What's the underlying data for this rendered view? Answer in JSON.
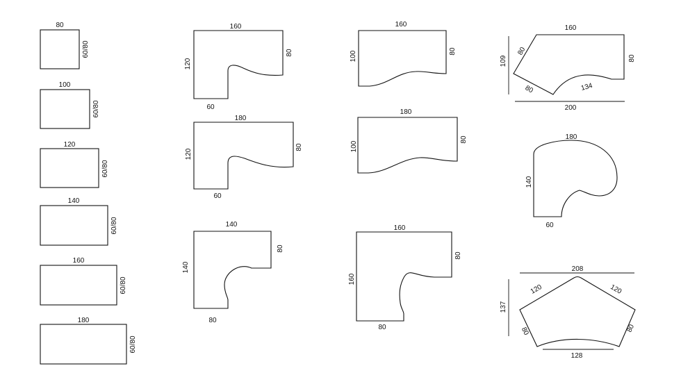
{
  "rect_desks": [
    {
      "width": "80",
      "depth": "60/80"
    },
    {
      "width": "100",
      "depth": "60/80"
    },
    {
      "width": "120",
      "depth": "60/80"
    },
    {
      "width": "140",
      "depth": "60/80"
    },
    {
      "width": "160",
      "depth": "60/80"
    },
    {
      "width": "180",
      "depth": "60/80"
    }
  ],
  "corner_160": {
    "top": "160",
    "side": "80",
    "height": "120",
    "bottom": "60"
  },
  "corner_180": {
    "top": "180",
    "side": "80",
    "height": "120",
    "bottom": "60"
  },
  "corner_140": {
    "top": "140",
    "side": "80",
    "height": "140",
    "bottom": "80"
  },
  "wave_160": {
    "top": "160",
    "side": "80",
    "height": "100"
  },
  "wave_180": {
    "top": "180",
    "side": "80",
    "height": "100"
  },
  "corner_160b": {
    "top": "160",
    "side": "80",
    "height": "160",
    "bottom": "80"
  },
  "angled_desk": {
    "top": "160",
    "right": "80",
    "upper_left": "80",
    "lower_left": "80",
    "height": "109",
    "curve": "134",
    "width": "200"
  },
  "round_desk": {
    "top": "180",
    "height": "140",
    "bottom": "60"
  },
  "pentagon_desk": {
    "width": "208",
    "upper_left": "120",
    "upper_right": "120",
    "height": "137",
    "left": "80",
    "right": "80",
    "bottom": "128"
  }
}
